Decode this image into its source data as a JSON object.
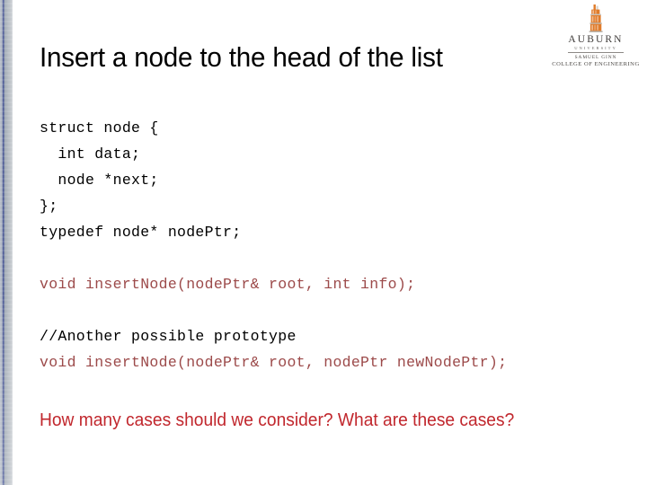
{
  "slide": {
    "title": "Insert a node to the head of the list",
    "background_color": "#ffffff",
    "accent_color": "#9c4a4a",
    "highlight_color": "#c1272d",
    "stripe_color": "#4e5b97"
  },
  "logo": {
    "icon_name": "auburn-tower-icon",
    "tower_color": "#e07b2a",
    "wordmark": "AUBURN",
    "university": "UNIVERSITY",
    "school_line1": "SAMUEL GINN",
    "school_line2": "COLLEGE OF ENGINEERING"
  },
  "code_block": {
    "lines": [
      {
        "text": "struct node {",
        "style": "plain"
      },
      {
        "text": "  int data;",
        "style": "plain"
      },
      {
        "text": "  node *next;",
        "style": "plain"
      },
      {
        "text": "};",
        "style": "plain"
      },
      {
        "text": "typedef node* nodePtr;",
        "style": "plain"
      },
      {
        "text": "",
        "style": "gap"
      },
      {
        "text": "void insertNode(nodePtr& root, int info);",
        "style": "accent"
      },
      {
        "text": "",
        "style": "gap"
      },
      {
        "text": "//Another possible prototype",
        "style": "plain"
      },
      {
        "text": "void insertNode(nodePtr& root, nodePtr newNodePtr);",
        "style": "accent"
      }
    ]
  },
  "question": {
    "text": "How many cases should we consider? What are these cases?"
  }
}
